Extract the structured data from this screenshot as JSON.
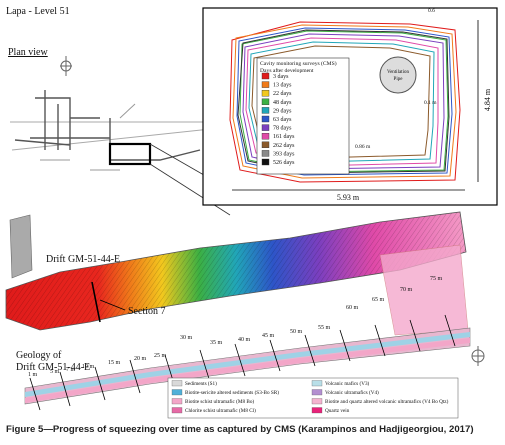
{
  "header": {
    "title": "Lapa - Level 51",
    "plan_label": "Plan view"
  },
  "inset": {
    "legend_title_1": "Cavity monitoring surveys (CMS)",
    "legend_title_2": "Days after development",
    "legend": [
      {
        "label": "3 days",
        "color": "#e01b1b"
      },
      {
        "label": "13 days",
        "color": "#f07a1a"
      },
      {
        "label": "22 days",
        "color": "#f2c81e"
      },
      {
        "label": "48 days",
        "color": "#3cb043"
      },
      {
        "label": "29 days",
        "color": "#21a6b8"
      },
      {
        "label": "63 days",
        "color": "#2d55c8"
      },
      {
        "label": "78 days",
        "color": "#7b3fbf"
      },
      {
        "label": "161 days",
        "color": "#e04aa8"
      },
      {
        "label": "262 days",
        "color": "#8b5a2b"
      },
      {
        "label": "393 days",
        "color": "#8a8a8a"
      },
      {
        "label": "526 days",
        "color": "#111111"
      }
    ],
    "pipe_label_1": "Ventilation",
    "pipe_label_2": "Pipe",
    "width_label": "5.93 m",
    "height_label": "4.84 m",
    "dim_a": "0.6",
    "dim_b": "0.1 m",
    "dim_c": "0.86 m"
  },
  "drift": {
    "label": "Drift GM-51-44-E",
    "section_label": "Section 7"
  },
  "geology": {
    "title_1": "Geology of",
    "title_2": "Drift GM-51-44-E",
    "distances": [
      "1 m",
      "5 m",
      "7 m",
      "10 m",
      "15 m",
      "20 m",
      "25 m",
      "30 m",
      "35 m",
      "40 m",
      "45 m",
      "50 m",
      "55 m",
      "60 m",
      "65 m",
      "70 m",
      "75 m"
    ],
    "legend": [
      {
        "label": "Sediments (S1)",
        "color": "#d9d9d9"
      },
      {
        "label": "Biotite-sericite altered sediments (S3-Bo SR)",
        "color": "#4fb0d8"
      },
      {
        "label": "Biotite schist ultramafic (M8 Bo)",
        "color": "#f3a6c8"
      },
      {
        "label": "Chlorite schist ultramafic (M8 Cl)",
        "color": "#e66aa6"
      },
      {
        "label": "Volcanic mafics (V3)",
        "color": "#b9dfe8"
      },
      {
        "label": "Volcanic ultramafics (V4)",
        "color": "#b38fd0"
      },
      {
        "label": "Biotite and quartz altered volcanic ultramafics (V4 Bo Qtz)",
        "color": "#f4b3cf"
      },
      {
        "label": "Quartz vein",
        "color": "#e8227a"
      }
    ]
  },
  "caption": "Figure 5—Progress of squeezing over time as captured by CMS (Karampinos and Hadjigeorgiou, 2017)"
}
